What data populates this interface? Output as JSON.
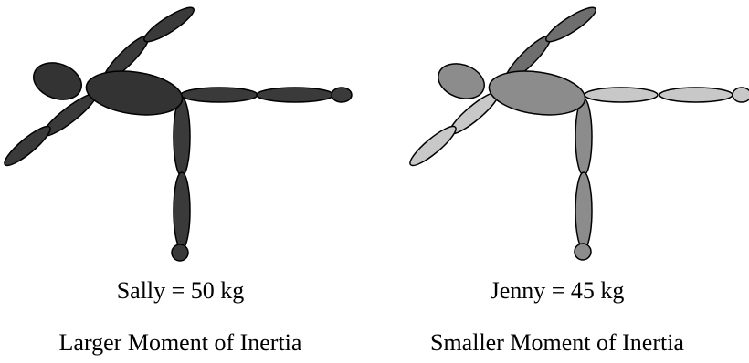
{
  "figures": [
    {
      "id": "sally",
      "mass_label": "Sally = 50 kg",
      "inertia_label": "Larger Moment of Inertia",
      "colors": {
        "torso": "#333333",
        "head": "#333333",
        "limb": "#3a3a3a",
        "outline": "#000000"
      }
    },
    {
      "id": "jenny",
      "mass_label": "Jenny = 45 kg",
      "inertia_label": "Smaller Moment of Inertia",
      "colors": {
        "torso": "#8c8c8c",
        "head": "#8c8c8c",
        "upper_arm_left": "#6e6e6e",
        "forearm_left": "#6e6e6e",
        "back_leg_upper": "#c8c8c8",
        "back_leg_lower": "#c8c8c8",
        "extended_leg": "#c8c8c8",
        "hanging_arm": "#8c8c8c",
        "outline": "#000000"
      }
    }
  ]
}
